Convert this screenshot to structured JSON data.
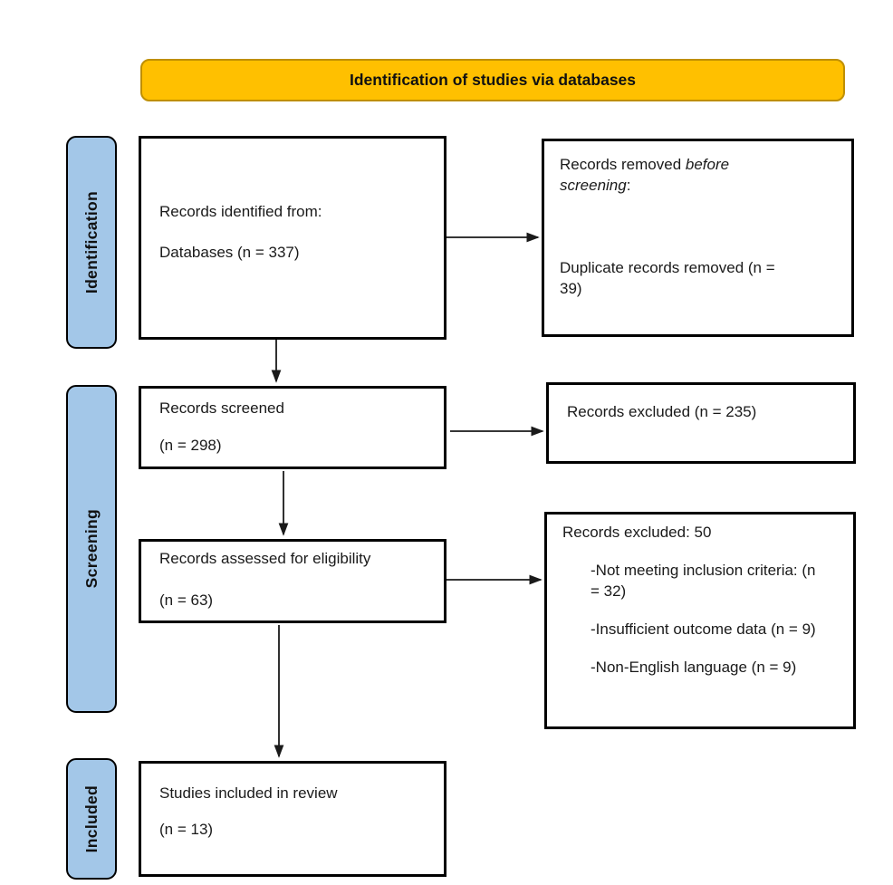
{
  "title": "Identification of studies via databases",
  "colors": {
    "banner_fill": "#FFC000",
    "banner_border": "#BF8F00",
    "stage_fill": "#A3C7E8"
  },
  "stages": {
    "identification": "Identification",
    "screening": "Screening",
    "included": "Included"
  },
  "boxes": {
    "identified": {
      "line1": "Records identified from:",
      "line2": "Databases (n = 337)"
    },
    "removed": {
      "lead": "Records removed ",
      "italic": "before screening",
      "colon": ":",
      "detail": "Duplicate records removed (n = 39)"
    },
    "screened": {
      "line1": "Records screened",
      "line2": "(n = 298)"
    },
    "excluded_screening": {
      "line1": "Records excluded (n = 235)"
    },
    "assessed": {
      "line1": "Records assessed for eligibility",
      "line2": "(n = 63)"
    },
    "excluded_eligibility": {
      "title": "Records excluded: 50",
      "reasons": [
        "-Not meeting inclusion criteria: (n = 32)",
        "-Insufficient outcome data (n = 9)",
        "-Non-English language (n = 9)"
      ]
    },
    "included": {
      "line1": "Studies included in review",
      "line2": "(n = 13)"
    }
  }
}
